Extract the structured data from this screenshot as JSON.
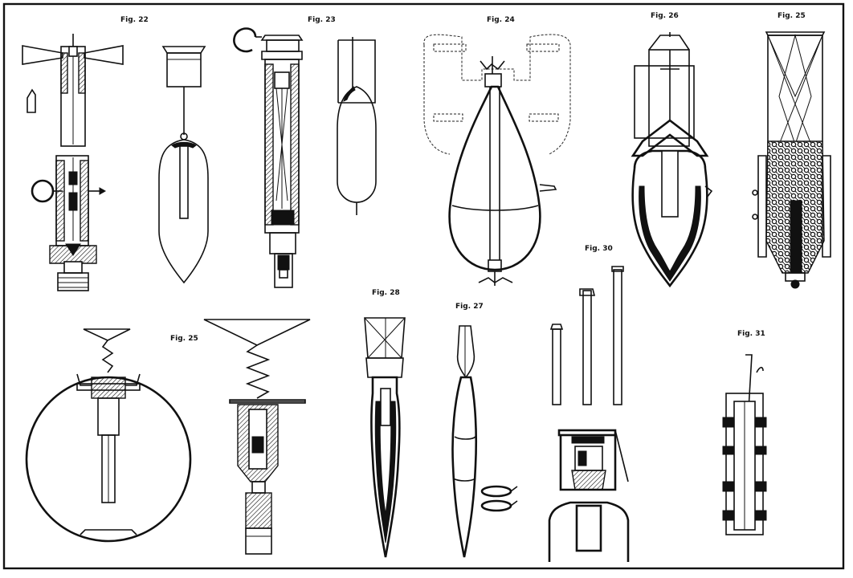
{
  "figures": {
    "fig22": {
      "caption": "Fig. 22"
    },
    "fig23": {
      "caption": "Fig. 23"
    },
    "fig24": {
      "caption": "Fig. 24"
    },
    "fig25_top": {
      "caption": "Fig. 25"
    },
    "fig25_bottom": {
      "caption": "Fig. 25"
    },
    "fig26": {
      "caption": "Fig. 26"
    },
    "fig27": {
      "caption": "Fig. 27"
    },
    "fig28": {
      "caption": "Fig. 28"
    },
    "fig30": {
      "caption": "Fig. 30"
    },
    "fig31": {
      "caption": "Fig. 31"
    }
  },
  "colors": {
    "ink": "#111111",
    "paper": "#ffffff"
  }
}
